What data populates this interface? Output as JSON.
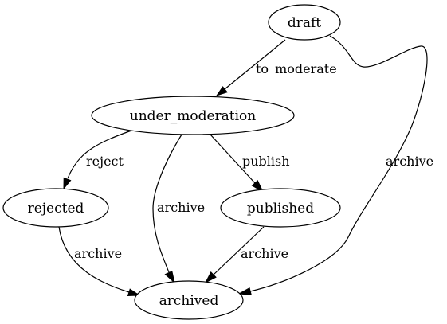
{
  "diagram": {
    "nodes": {
      "draft": "draft",
      "under_moderation": "under_moderation",
      "rejected": "rejected",
      "published": "published",
      "archived": "archived"
    },
    "edges": {
      "draft_to_under_moderation": "to_moderate",
      "draft_to_archived": "archive",
      "under_moderation_to_rejected": "reject",
      "under_moderation_to_archived": "archive",
      "under_moderation_to_published": "publish",
      "rejected_to_archived": "archive",
      "published_to_archived": "archive"
    },
    "colors": {
      "stroke": "#000000",
      "background": "#ffffff"
    }
  }
}
